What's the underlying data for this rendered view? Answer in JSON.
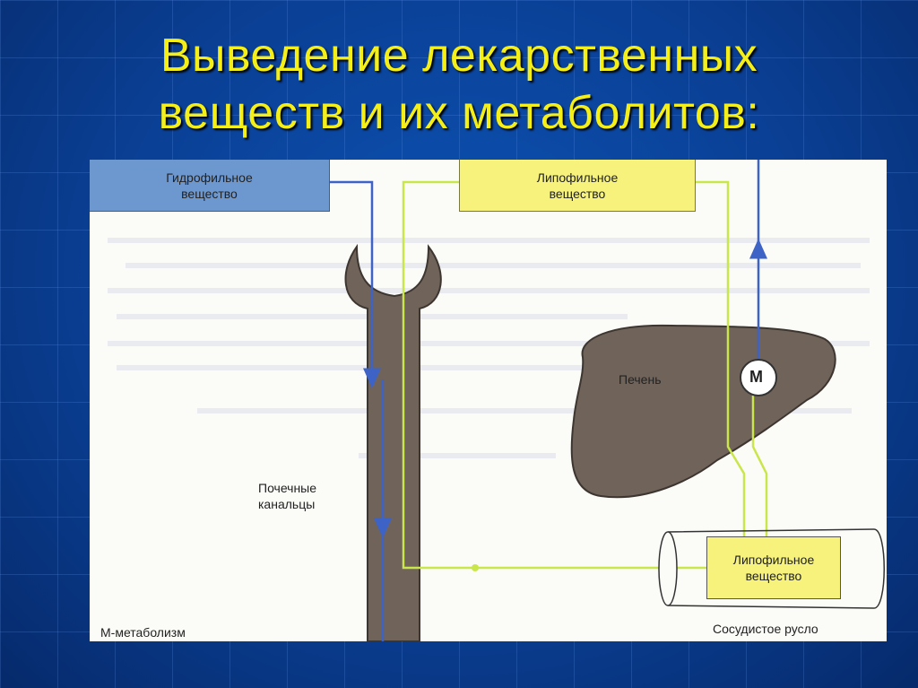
{
  "slide": {
    "title_line1": "Выведение лекарственных",
    "title_line2": "веществ и их метаболитов:"
  },
  "diagram": {
    "hydrophilic_box": "Гидрофильное\nвещество",
    "lipophilic_box_top": "Липофильное\nвещество",
    "lipophilic_box_vessel": "Липофильное\nвещество",
    "liver_label": "Печень",
    "metabolism_circle": "M",
    "tubules_label": "Почечные\nканальцы",
    "footnote": "M-метаболизм",
    "vessel_label": "Сосудистое русло"
  },
  "colors": {
    "background": "#0a3f94",
    "title": "#f4ee19",
    "hydrophilic": "#6d98cf",
    "lipophilic": "#f6f27b",
    "organ": "#6f635a",
    "arrow_blue": "#3e63c6",
    "arrow_yellow": "#c9e64a"
  }
}
